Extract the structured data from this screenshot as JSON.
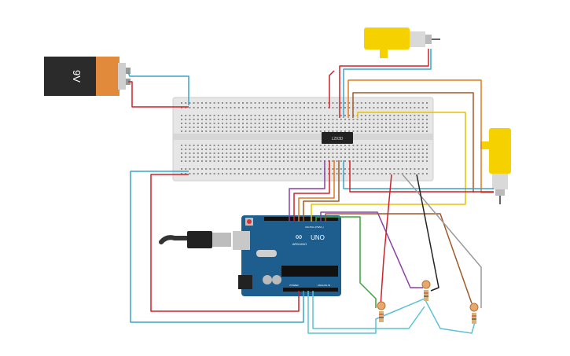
{
  "battery": {
    "label": "9V",
    "icon": "battery-9v-icon"
  },
  "chip": {
    "label": "L293D"
  },
  "arduino": {
    "logo_text": "ARDUINO",
    "model": "UNO",
    "power_label": "POWER",
    "analog_label": "ANALOG IN",
    "digital_label": "DIGITAL (PWM~)"
  },
  "colors": {
    "breadboard": "#e8e8e8",
    "arduino_board": "#1e5e8f",
    "motor_yellow": "#f5d100",
    "battery_orange": "#e28a3c",
    "wire_red": "#d0202a",
    "wire_blue": "#3aa3c9",
    "wire_orange": "#e07a1f",
    "wire_brown": "#a0592a",
    "wire_yellow": "#e6c300",
    "wire_green": "#3aa43a",
    "wire_purple": "#8a3fa6",
    "wire_gray": "#9a9a9a",
    "wire_black": "#222222"
  },
  "components": [
    {
      "name": "battery-9v"
    },
    {
      "name": "breadboard"
    },
    {
      "name": "motor-driver-l293d"
    },
    {
      "name": "dc-motor-top"
    },
    {
      "name": "dc-motor-right"
    },
    {
      "name": "arduino-uno"
    },
    {
      "name": "usb-cable"
    },
    {
      "name": "photoresistor-left"
    },
    {
      "name": "photoresistor-middle"
    },
    {
      "name": "photoresistor-right"
    }
  ]
}
